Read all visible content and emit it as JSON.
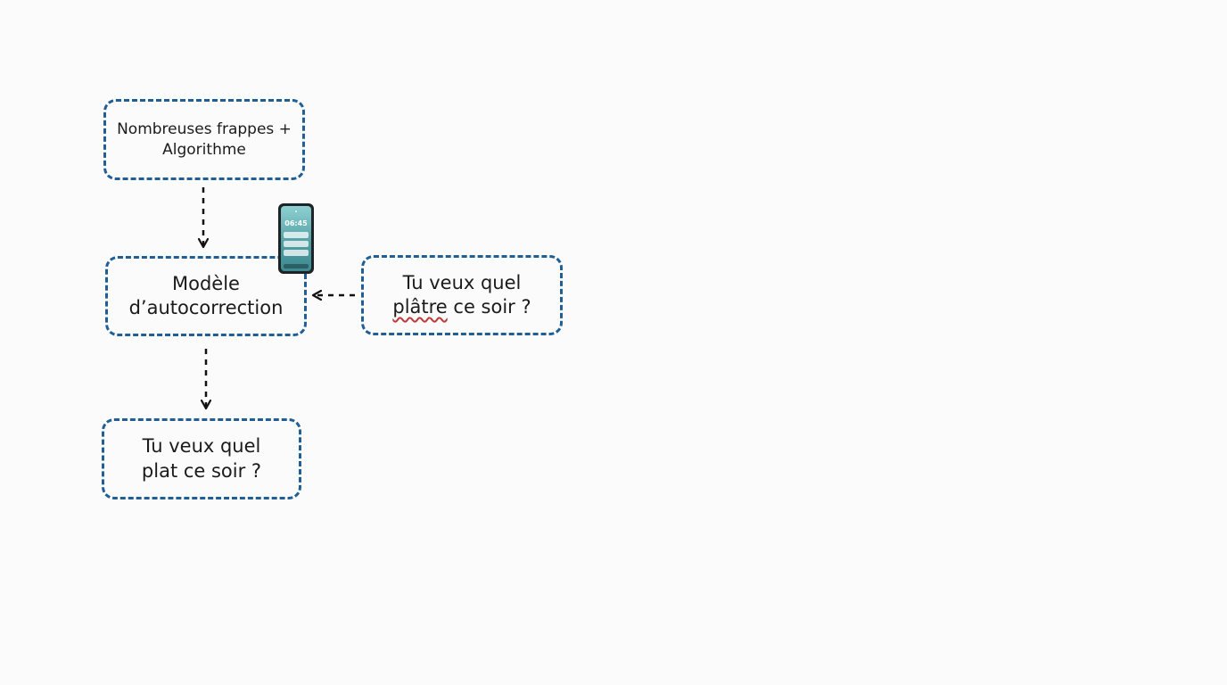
{
  "diagram": {
    "box_input": {
      "line1": "Nombreuses frappes +",
      "line2": "Algorithme"
    },
    "box_model": {
      "line1": "Modèle",
      "line2": "d’autocorrection"
    },
    "box_typo": {
      "line1": "Tu veux quel",
      "misspelled_word": "plâtre",
      "line2_rest": " ce soir ?"
    },
    "box_output": {
      "line1": "Tu veux quel",
      "line2": "plat ce soir ?"
    },
    "phone": {
      "time": "06:45"
    },
    "colors": {
      "box_border": "#1f5f95",
      "arrow": "#111111",
      "misspelling_underline": "#c0393b",
      "phone_screen": "#4e9ea2"
    },
    "icons": [
      "smartphone-icon"
    ]
  }
}
